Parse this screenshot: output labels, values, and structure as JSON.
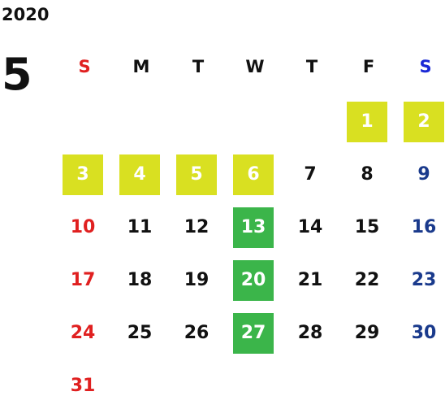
{
  "calendar": {
    "year": "2020",
    "month": "5",
    "weekdays": [
      "S",
      "M",
      "T",
      "W",
      "T",
      "F",
      "S"
    ],
    "highlight_colors": {
      "yellow": "#d9e021",
      "green": "#3bb54a",
      "sunday_text": "#e02020",
      "saturday_header": "#1a28d6",
      "saturday_text": "#1a3a8c"
    },
    "weeks": [
      [
        null,
        null,
        null,
        null,
        null,
        {
          "d": "1",
          "hl": "yellow"
        },
        {
          "d": "2",
          "hl": "yellow"
        }
      ],
      [
        {
          "d": "3",
          "hl": "yellow"
        },
        {
          "d": "4",
          "hl": "yellow"
        },
        {
          "d": "5",
          "hl": "yellow"
        },
        {
          "d": "6",
          "hl": "yellow"
        },
        {
          "d": "7"
        },
        {
          "d": "8"
        },
        {
          "d": "9"
        }
      ],
      [
        {
          "d": "10"
        },
        {
          "d": "11"
        },
        {
          "d": "12"
        },
        {
          "d": "13",
          "hl": "green"
        },
        {
          "d": "14"
        },
        {
          "d": "15"
        },
        {
          "d": "16"
        }
      ],
      [
        {
          "d": "17"
        },
        {
          "d": "18"
        },
        {
          "d": "19"
        },
        {
          "d": "20",
          "hl": "green"
        },
        {
          "d": "21"
        },
        {
          "d": "22"
        },
        {
          "d": "23"
        }
      ],
      [
        {
          "d": "24"
        },
        {
          "d": "25"
        },
        {
          "d": "26"
        },
        {
          "d": "27",
          "hl": "green"
        },
        {
          "d": "28"
        },
        {
          "d": "29"
        },
        {
          "d": "30"
        }
      ],
      [
        {
          "d": "31"
        },
        null,
        null,
        null,
        null,
        null,
        null
      ]
    ]
  }
}
